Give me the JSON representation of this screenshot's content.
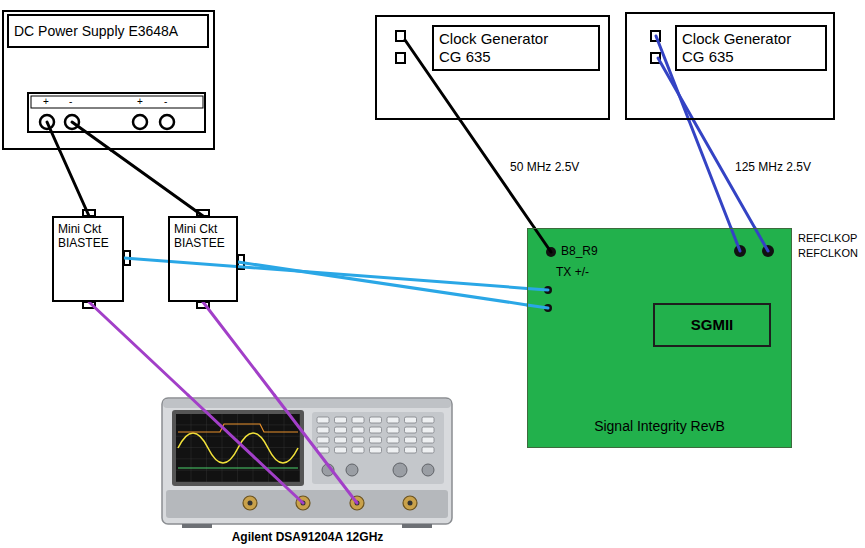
{
  "diagram": {
    "nodes": [
      {
        "text": [
          "DC Power Supply E3648A"
        ]
      },
      {
        "text": [
          "Clock Generator CG 635"
        ]
      },
      {
        "text": [
          "Clock Generator CG 635"
        ]
      },
      {
        "text": [
          "Mini Ckt BIASTEE"
        ]
      },
      {
        "text": [
          "Mini Ckt BIASTEE"
        ]
      },
      {
        "text": [
          "Signal Integrity RevB"
        ]
      },
      {
        "text": [
          "SGMII"
        ],
        "in": 5
      },
      {
        "text": [
          "Agilent DSA91204A 12GHz"
        ]
      }
    ],
    "edges": [
      {
        "from": 0,
        "to": 3,
        "arrow": "none"
      },
      {
        "from": 0,
        "to": 4,
        "arrow": "none"
      },
      {
        "from": 1,
        "to": 5,
        "arrow": "none",
        "label": "50 MHz 2.5V"
      },
      {
        "from": 2,
        "to": 5,
        "arrow": "none",
        "label": "125 MHz 2.5V"
      },
      {
        "from": 2,
        "to": 5,
        "arrow": "none"
      },
      {
        "from": 3,
        "to": 5,
        "arrow": "none"
      },
      {
        "from": 4,
        "to": 5,
        "arrow": "none"
      },
      {
        "from": 3,
        "to": 7,
        "arrow": "none"
      },
      {
        "from": 4,
        "to": 7,
        "arrow": "none"
      }
    ],
    "labels": [
      "+",
      "-",
      "+",
      "-",
      "B8_R9",
      "TX +/-",
      "REFCLKOP",
      "REFCLKON"
    ]
  }
}
